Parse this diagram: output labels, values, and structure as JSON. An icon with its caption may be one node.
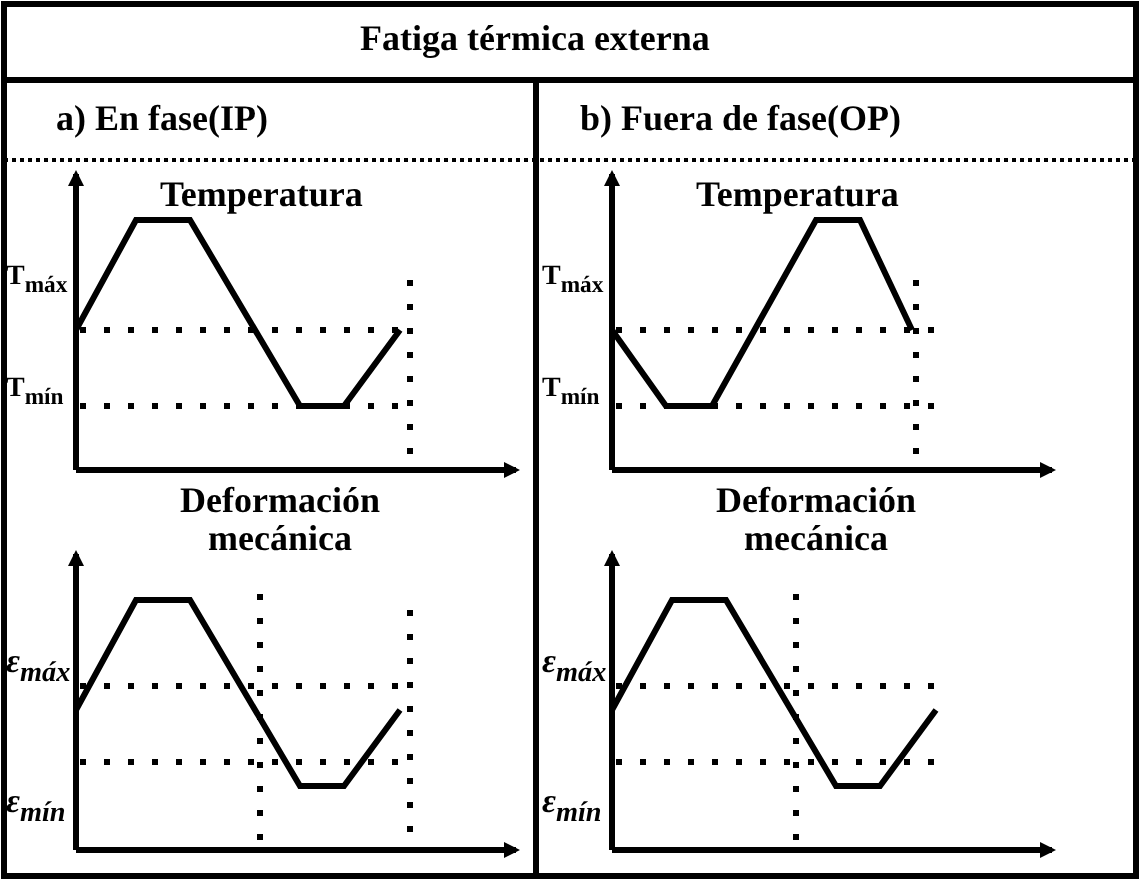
{
  "diagram": {
    "title": "Fatiga térmica externa",
    "labels": [
      "a) En fase(IP)",
      "b) Fuera de fase(OP)",
      "Temperatura",
      "T$_{máx}$",
      "T$_{mín}$",
      "Deformación mecánica",
      "ε$_{máx}$",
      "ε$_{mín}$",
      "Temperatura",
      "T$_{máx}$",
      "T$_{mín}$",
      "Deformación mecánica",
      "ε$_{máx}$",
      "ε$_{mín}$"
    ]
  }
}
